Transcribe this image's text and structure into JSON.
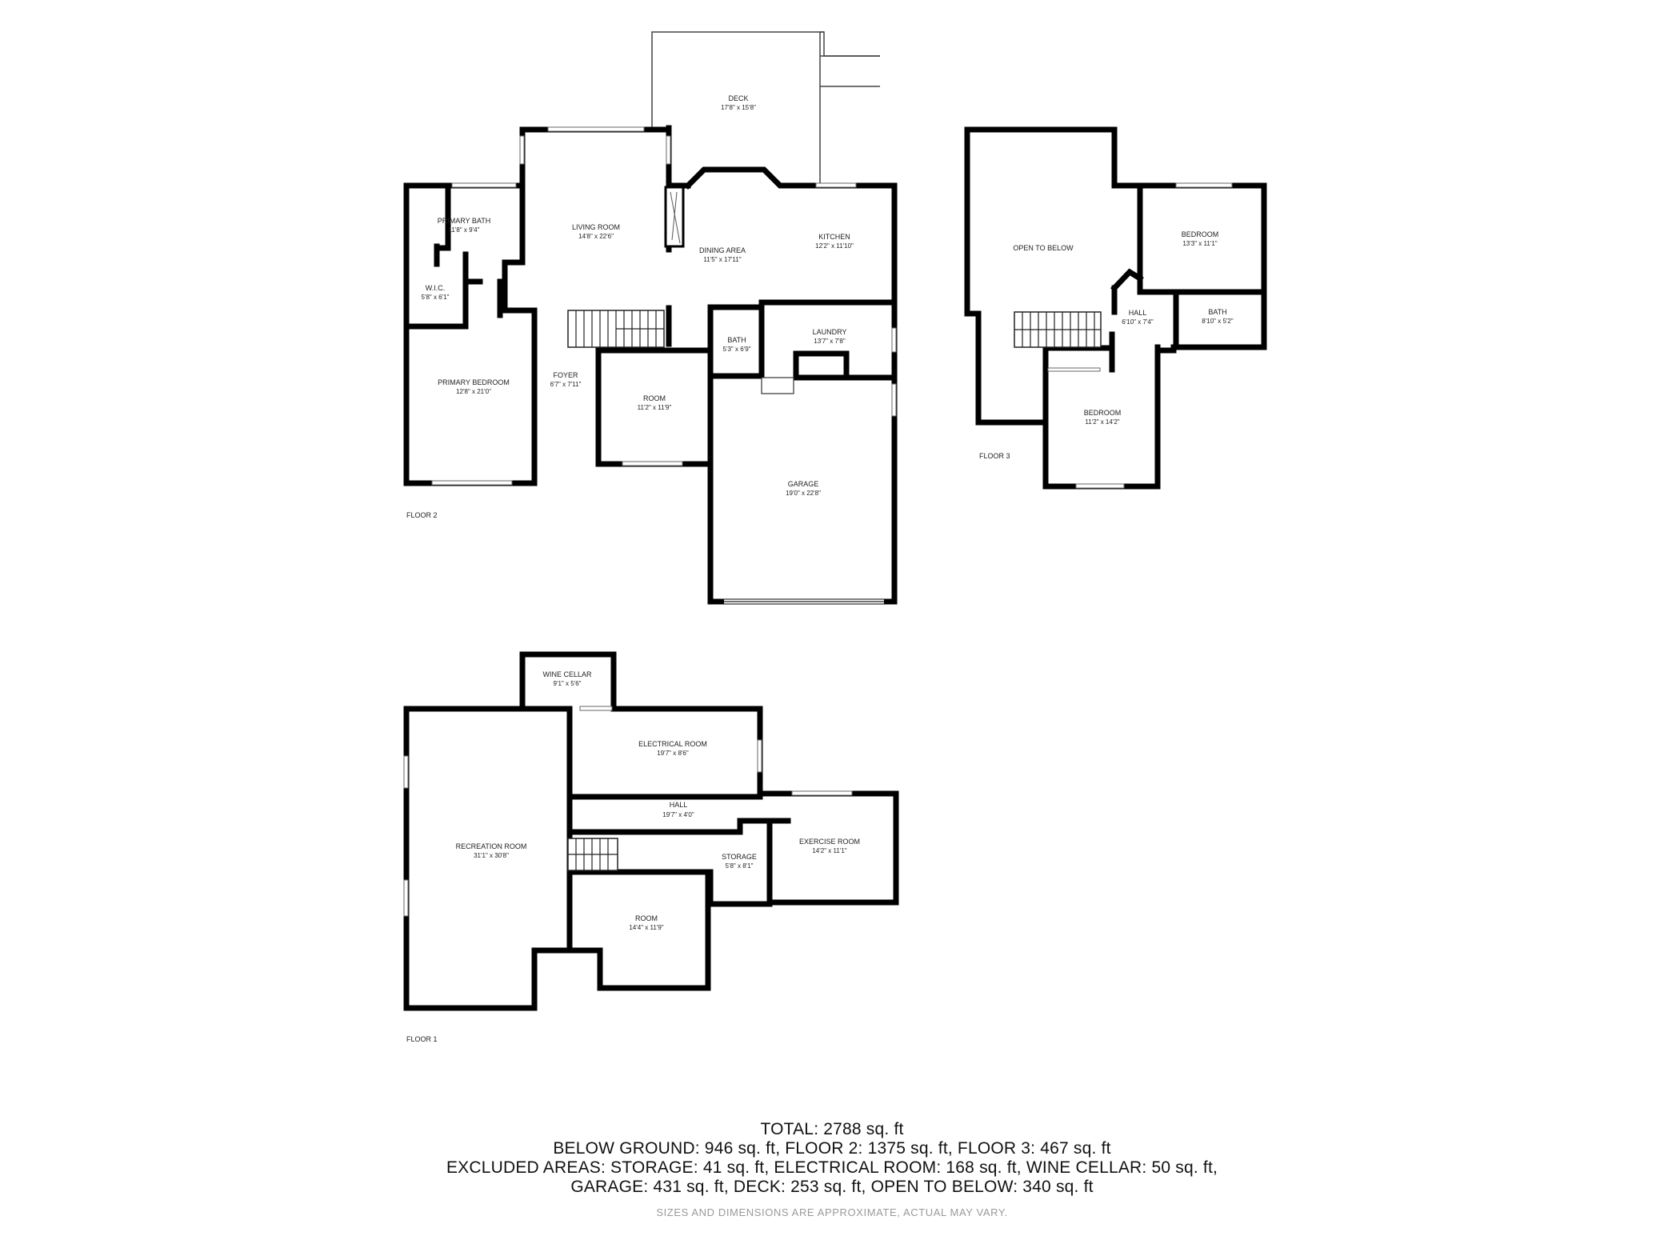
{
  "floors": [
    {
      "label": "FLOOR 2",
      "rooms": [
        {
          "name": "DECK",
          "dims": "17'8\" x 15'8\""
        },
        {
          "name": "LIVING ROOM",
          "dims": "14'8\" x 22'6\""
        },
        {
          "name": "PRIMARY BATH",
          "dims": "11'8\" x 9'4\""
        },
        {
          "name": "W.I.C.",
          "dims": "5'8\" x 6'1\""
        },
        {
          "name": "DINING AREA",
          "dims": "11'5\" x 17'11\""
        },
        {
          "name": "KITCHEN",
          "dims": "12'2\" x 11'10\""
        },
        {
          "name": "BATH",
          "dims": "5'3\" x 6'9\""
        },
        {
          "name": "LAUNDRY",
          "dims": "13'7\" x 7'8\""
        },
        {
          "name": "PRIMARY BEDROOM",
          "dims": "12'8\" x 21'0\""
        },
        {
          "name": "FOYER",
          "dims": "6'7\" x 7'11\""
        },
        {
          "name": "ROOM",
          "dims": "11'2\" x 11'9\""
        },
        {
          "name": "GARAGE",
          "dims": "19'0\" x 22'8\""
        }
      ]
    },
    {
      "label": "FLOOR 3",
      "rooms": [
        {
          "name": "OPEN TO BELOW",
          "dims": ""
        },
        {
          "name": "BEDROOM",
          "dims": "13'3\" x 11'1\""
        },
        {
          "name": "HALL",
          "dims": "6'10\" x 7'4\""
        },
        {
          "name": "BATH",
          "dims": "8'10\" x 5'2\""
        },
        {
          "name": "BEDROOM",
          "dims": "11'2\" x 14'2\""
        }
      ]
    },
    {
      "label": "FLOOR 1",
      "rooms": [
        {
          "name": "WINE CELLAR",
          "dims": "9'1\" x 5'6\""
        },
        {
          "name": "ELECTRICAL ROOM",
          "dims": "19'7\" x 8'6\""
        },
        {
          "name": "HALL",
          "dims": "19'7\" x 4'0\""
        },
        {
          "name": "RECREATION ROOM",
          "dims": "31'1\" x 30'8\""
        },
        {
          "name": "STORAGE",
          "dims": "5'8\" x 8'1\""
        },
        {
          "name": "EXERCISE ROOM",
          "dims": "14'2\" x 11'1\""
        },
        {
          "name": "ROOM",
          "dims": "14'4\" x 11'9\""
        }
      ]
    }
  ],
  "summary": {
    "total": "TOTAL: 2788 sq. ft",
    "line2": "BELOW GROUND: 946 sq. ft, FLOOR 2: 1375 sq. ft, FLOOR 3: 467 sq. ft",
    "line3": "EXCLUDED AREAS: STORAGE: 41 sq. ft, ELECTRICAL ROOM: 168 sq. ft, WINE CELLAR: 50 sq. ft,",
    "line4": "GARAGE: 431 sq. ft, DECK: 253 sq. ft, OPEN TO BELOW: 340 sq. ft",
    "disclaimer": "SIZES AND DIMENSIONS ARE APPROXIMATE, ACTUAL MAY VARY."
  }
}
